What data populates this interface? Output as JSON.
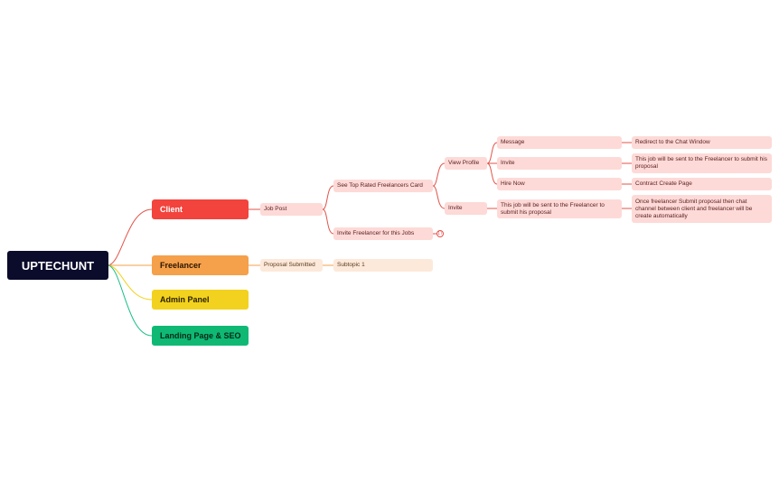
{
  "root": {
    "label": "UPTECHUNT"
  },
  "colors": {
    "client": "#f2433d",
    "freelancer": "#f5a04a",
    "admin": "#f2d21e",
    "landing": "#0fb974",
    "client_link": "#e3534a",
    "freelancer_link": "#f5a04a",
    "admin_link": "#f2d21e",
    "landing_link": "#1bbf84"
  },
  "branches": {
    "client": {
      "label": "Client"
    },
    "freelancer": {
      "label": "Freelancer"
    },
    "admin": {
      "label": "Admin Panel"
    },
    "landing": {
      "label": "Landing Page & SEO"
    }
  },
  "client_tree": {
    "job_post": "Job Post",
    "see_top_rated": "See Top Rated Freelancers Card",
    "invite_freelancer_jobs": "Invite Freelancer for this Jobs",
    "collapsed_count": "17",
    "view_profile": "View Profile",
    "invite": "Invite",
    "message": "Message",
    "redirect_chat": "Redirect to the Chat Window",
    "invite_sub": "Invite",
    "invite_sub_desc": "This job will be sent to the Freelancer to submit his proposal",
    "hire_now": "Hire Now",
    "contract_page": "Contract Create Page",
    "invite_desc": "This job will be sent to the Freelancer to submit his proposal",
    "invite_desc_result": "Once freelancer Submit proposal then chat channel between client and freelancer will be create automatically"
  },
  "freelancer_tree": {
    "proposal_submitted": "Proposal Submitted",
    "subtopic": "Subtopic 1"
  }
}
